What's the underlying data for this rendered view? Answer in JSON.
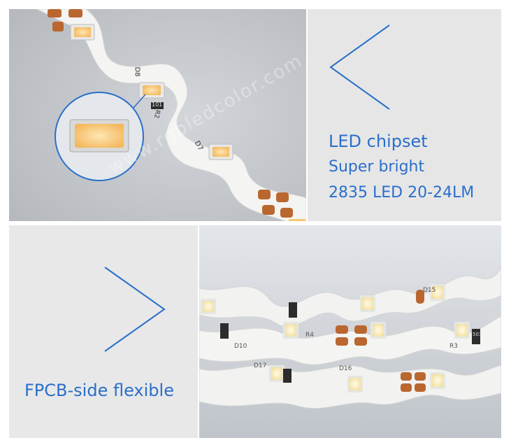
{
  "panels": {
    "top_right": {
      "title": "LED chipset",
      "line1": "Super bright",
      "line2": "2835 LED 20-24LM"
    },
    "bottom_left": {
      "title": "FPCB-side flexible"
    }
  },
  "labels": {
    "d8": "D8",
    "d7": "D7",
    "r2": "R2",
    "resistor_code": "101",
    "d10": "D10",
    "d17": "D17",
    "d16": "D16",
    "d15": "D15",
    "r3": "R3",
    "r4": "R4",
    "resistor_code_2": "501"
  },
  "watermark": "www.rgbledcolor.com",
  "colors": {
    "accent": "#2a6fc9",
    "led_yellow": "#f7c66e",
    "pad_copper": "#b9672f"
  }
}
